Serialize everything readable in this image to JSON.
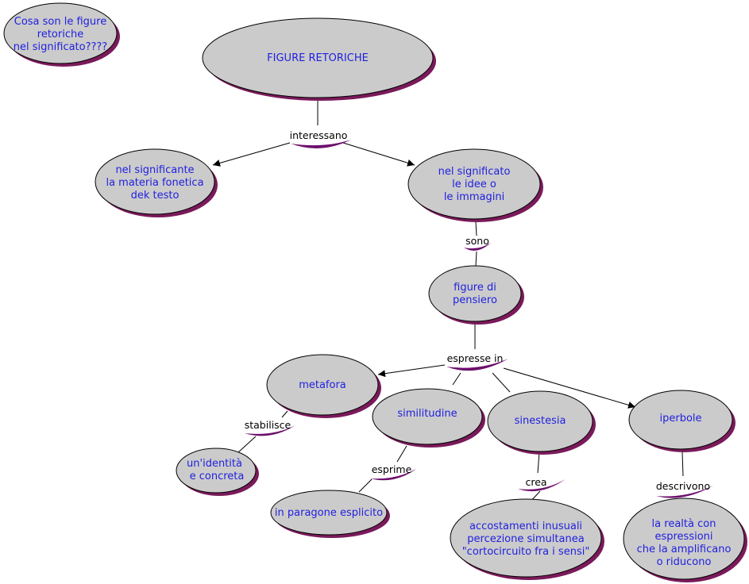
{
  "concepts": {
    "question": [
      "Cosa son le figure",
      "retoriche",
      "nel significato????"
    ],
    "root": [
      "FIGURE RETORICHE"
    ],
    "significante": [
      "nel significante",
      "la materia fonetica",
      "dek testo"
    ],
    "significato": [
      "nel significato",
      "le idee o",
      "le immagini"
    ],
    "pensiero": [
      "figure di",
      "pensiero"
    ],
    "metafora": [
      "metafora"
    ],
    "similitudine": [
      "similitudine"
    ],
    "sinestesia": [
      "sinestesia"
    ],
    "iperbole": [
      "iperbole"
    ],
    "identita": [
      "un'identità",
      "e concreta"
    ],
    "paragone": [
      "in paragone esplicito"
    ],
    "accostamenti": [
      "accostamenti inusuali",
      "percezione simultanea",
      "\"cortocircuito fra i sensi\""
    ],
    "realta": [
      "la realtà con",
      "espressioni",
      "che la amplificano",
      "o riducono"
    ]
  },
  "links": {
    "interessano": "interessano",
    "sono": "sono",
    "espresse": "espresse in",
    "stabilisce": "stabilisce",
    "esprime": "esprime",
    "crea": "crea",
    "descrivono": "descrivono"
  },
  "colors": {
    "node_fill": "#cbcbcb",
    "node_shadow": "#7a1a5a",
    "concept_text": "#1f1fe0",
    "linker_swoosh": "#6d0f6d"
  }
}
